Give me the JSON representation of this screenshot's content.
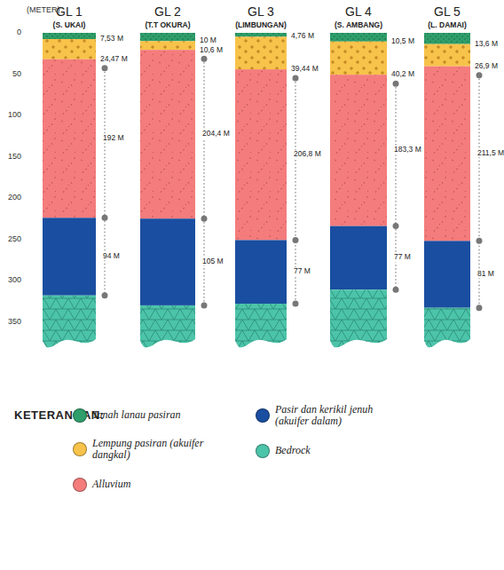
{
  "diagram": {
    "labels": [
      "(METER)",
      "0",
      "50",
      "100",
      "150",
      "200",
      "250",
      "300",
      "350",
      "GL 1",
      "(S. UKAI)",
      "7,53 M",
      "24,47 M",
      "192 M",
      "94 M",
      "GL 2",
      "(T.T OKURA)",
      "10 M",
      "10,6 M",
      "204,4 M",
      "105 M",
      "GL 3",
      "(LIMBUNGAN)",
      "4,76 M",
      "39,44 M",
      "206,8 M",
      "77 M",
      "GL 4",
      "(S. AMBANG)",
      "10,5 M",
      "40,2 M",
      "183,3 M",
      "77 M",
      "GL 5",
      "(L. DAMAI)",
      "13,6 M",
      "26,9 M",
      "211,5 M",
      "81 M",
      "KETERANGAN:"
    ],
    "legend": [
      {
        "text": "Tanah lanau pasiran",
        "color": "#2e9e6a"
      },
      {
        "text": "Lempung pasiran (akuifer dangkal)",
        "color": "#f7c34a"
      },
      {
        "text": "Alluvium",
        "color": "#f47c7c"
      },
      {
        "text": "Pasir dan kerikil jenuh (akuifer dalam)",
        "color": "#1a4ea0"
      },
      {
        "text": "Bedrock",
        "color": "#4cc4a9"
      }
    ]
  }
}
